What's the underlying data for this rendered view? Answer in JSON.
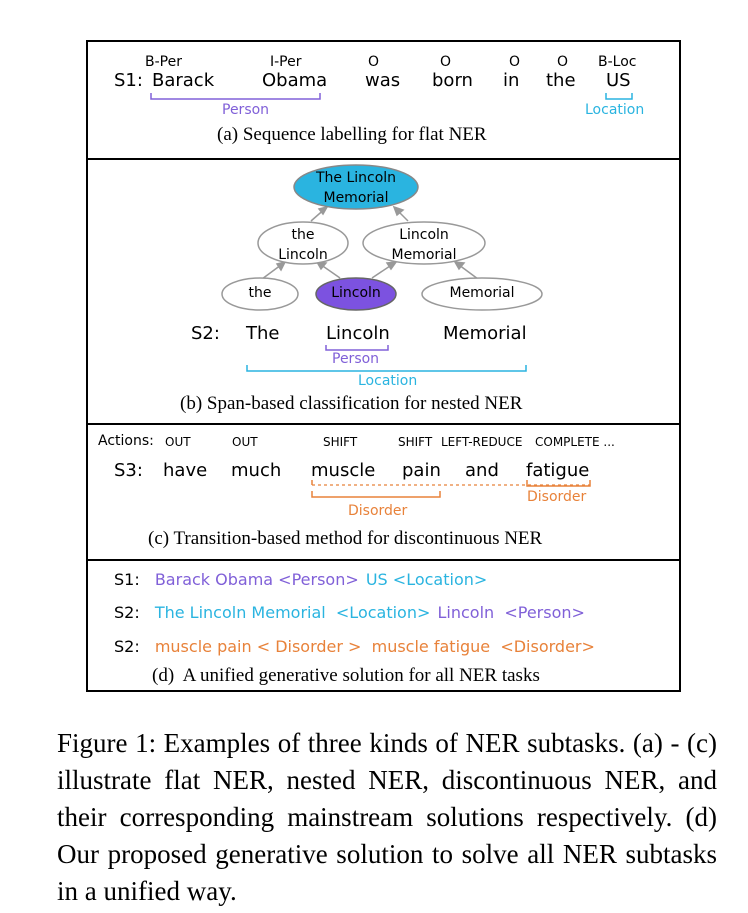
{
  "colors": {
    "person": "#8060d8",
    "location": "#2ab4e0",
    "disorder": "#e8823a",
    "memorial_fill": "#2ab4e0",
    "lincoln_fill": "#7c52e0"
  },
  "panel_a": {
    "row_label": "S1:",
    "tokens": [
      {
        "tag": "B-Per",
        "word": "Barack"
      },
      {
        "tag": "I-Per",
        "word": "Obama"
      },
      {
        "tag": "O",
        "word": "was"
      },
      {
        "tag": "O",
        "word": "born"
      },
      {
        "tag": "O",
        "word": "in"
      },
      {
        "tag": "O",
        "word": "the"
      },
      {
        "tag": "B-Loc",
        "word": "US"
      }
    ],
    "person_label": "Person",
    "location_label": "Location",
    "caption": "(a) Sequence labelling for flat NER"
  },
  "panel_b": {
    "nodes": {
      "top_line1": "The Lincoln",
      "top_line2": "Memorial",
      "left_line1": "the",
      "left_line2": "Lincoln",
      "right_line1": "Lincoln",
      "right_line2": "Memorial",
      "the": "the",
      "lincoln": "Lincoln",
      "memorial": "Memorial"
    },
    "row_label": "S2:",
    "words": [
      "The",
      "Lincoln",
      "Memorial"
    ],
    "person_label": "Person",
    "location_label": "Location",
    "caption": "(b) Span-based classification for nested NER"
  },
  "panel_c": {
    "actions_label": "Actions:",
    "actions": [
      "OUT",
      "OUT",
      "SHIFT",
      "SHIFT",
      "LEFT-REDUCE",
      "COMPLETE ..."
    ],
    "row_label": "S3:",
    "words": [
      "have",
      "much",
      "muscle",
      "pain",
      "and",
      "fatigue"
    ],
    "disorder_label_1": "Disorder",
    "disorder_label_2": "Disorder",
    "caption": "(c) Transition-based method for discontinuous NER"
  },
  "panel_d": {
    "lines": [
      {
        "label": "S1:",
        "segments": [
          {
            "text": "Barack Obama <Person>",
            "color": "person"
          },
          {
            "text": "US  <Location>",
            "color": "location"
          }
        ]
      },
      {
        "label": "S2:",
        "segments": [
          {
            "text": "The Lincoln Memorial  <Location>",
            "color": "location"
          },
          {
            "text": "Lincoln  <Person>",
            "color": "person"
          }
        ]
      },
      {
        "label": "S2:",
        "segments": [
          {
            "text": "muscle pain < Disorder >  muscle fatigue  <Disorder>",
            "color": "disorder"
          }
        ]
      }
    ],
    "caption": "(d)  A unified generative solution for all NER tasks"
  },
  "figure_caption": "Figure 1:  Examples of three kinds of NER subtasks. (a) - (c) illustrate flat NER, nested NER, discontinuous NER, and their corresponding mainstream solutions respectively.   (d) Our proposed generative solution to solve all NER subtasks in a unified way."
}
